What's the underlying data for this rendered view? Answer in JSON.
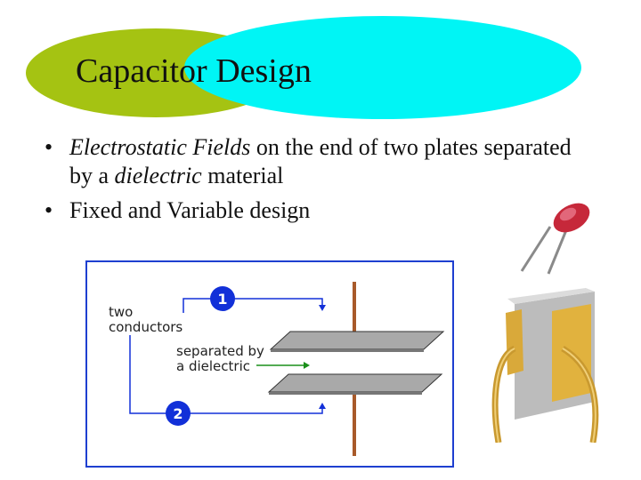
{
  "slide": {
    "title": "Capacitor Design",
    "colors": {
      "ellipse_left": "#a5c312",
      "ellipse_right": "#00f5f5",
      "diagram_border": "#1e3fd0",
      "marker_fill": "#1230d8",
      "arrow_blue": "#1230d8",
      "arrow_green": "#1a8f1a",
      "plate": "#a9a9a9",
      "lead": "#a85a2a"
    }
  },
  "bullets": [
    {
      "bullet": "•",
      "italic1": "Electrostatic Fields",
      "text1": " on the end of two plates separated by a ",
      "italic2": "dielectric",
      "text2": " material"
    },
    {
      "bullet": "•",
      "text": "Fixed and Variable design"
    }
  ],
  "diagram": {
    "label_conductors": "two\nconductors",
    "label_dielectric": "separated by\na dielectric",
    "marker_1": "1",
    "marker_2": "2"
  },
  "photos": [
    {
      "name": "small-ceramic-capacitor",
      "color": "#c6283a"
    },
    {
      "name": "gold-plate-capacitor",
      "color": "#d9a93a"
    }
  ]
}
